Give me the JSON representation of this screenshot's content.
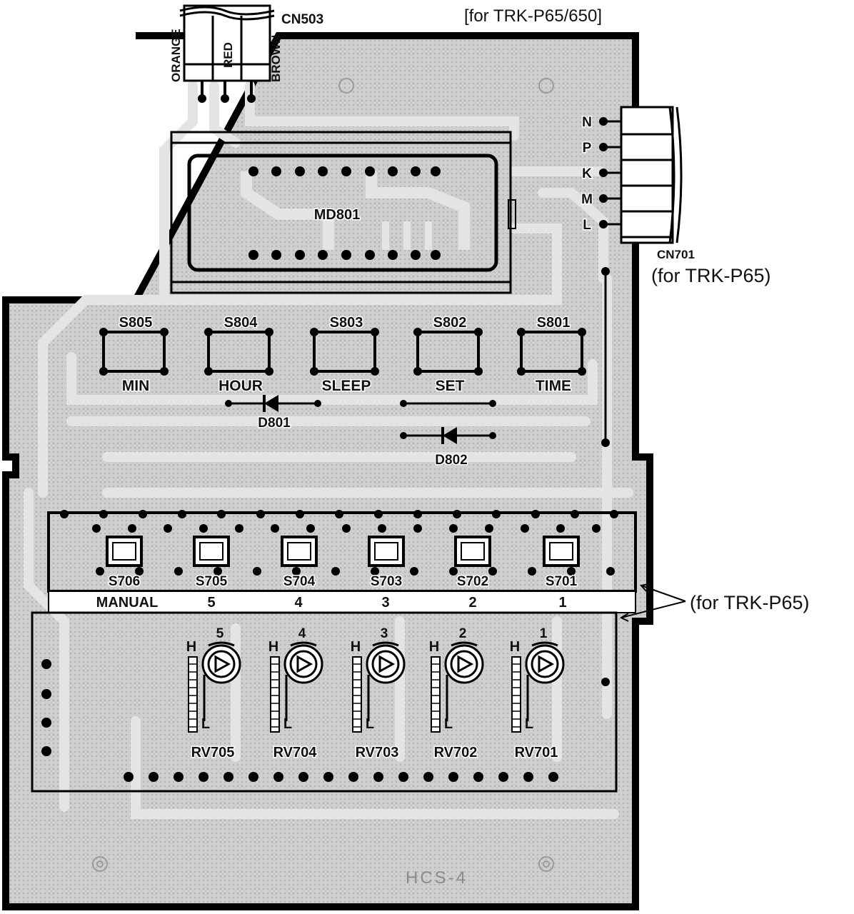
{
  "header_note": "[for TRK-P65/650]",
  "cn503": {
    "label": "CN503",
    "wires": [
      "ORANGE",
      "RED",
      "BROWN"
    ]
  },
  "cn701": {
    "label": "CN701",
    "note": "(for TRK-P65)",
    "pins": [
      "N",
      "P",
      "K",
      "M",
      "L"
    ]
  },
  "module": {
    "label": "MD801"
  },
  "switches_top": [
    {
      "ref": "S805",
      "function": "MIN"
    },
    {
      "ref": "S804",
      "function": "HOUR"
    },
    {
      "ref": "S803",
      "function": "SLEEP"
    },
    {
      "ref": "S802",
      "function": "SET"
    },
    {
      "ref": "S801",
      "function": "TIME"
    }
  ],
  "diodes": [
    "D801",
    "D802"
  ],
  "preset_buttons": [
    {
      "ref": "S706",
      "label": "MANUAL"
    },
    {
      "ref": "S705",
      "label": "5"
    },
    {
      "ref": "S704",
      "label": "4"
    },
    {
      "ref": "S703",
      "label": "3"
    },
    {
      "ref": "S702",
      "label": "2"
    },
    {
      "ref": "S701",
      "label": "1"
    }
  ],
  "side_note": "(for TRK-P65)",
  "presets": [
    {
      "ref": "RV705",
      "number": "5"
    },
    {
      "ref": "RV704",
      "number": "4"
    },
    {
      "ref": "RV703",
      "number": "3"
    },
    {
      "ref": "RV702",
      "number": "2"
    },
    {
      "ref": "RV701",
      "number": "1"
    }
  ],
  "scale_high": "H",
  "scale_low": "L",
  "board_marking": "HCS-4"
}
